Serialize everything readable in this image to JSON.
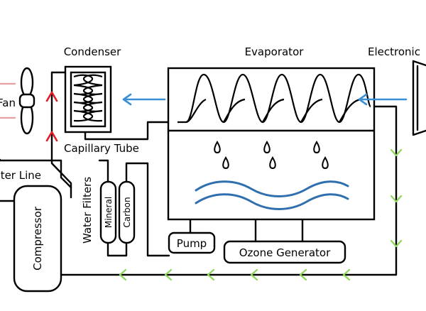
{
  "labels": {
    "condenser": "Condenser",
    "evaporator": "Evaporator",
    "electronic": "Electronic",
    "fan": "Fan",
    "capillary_tube": "Capillary Tube",
    "water_line": "Water Line",
    "compressor": "Compressor",
    "water_filters": "Water Filters",
    "mineral": "Mineral",
    "carbon": "Carbon",
    "pump": "Pump",
    "ozone_generator": "Ozone Generator"
  },
  "colors": {
    "refrigerant_arrow": "#e11d27",
    "air_arrow": "#3a8fd6",
    "water_flow_chevron": "#8ed65a",
    "water_wave": "#2f6fae",
    "fan_side_lines": "#e6a2a2"
  },
  "icons": {
    "fan": "fan-icon",
    "droplet": "water-droplet-icon",
    "flow": "chevron-arrow-icon"
  }
}
